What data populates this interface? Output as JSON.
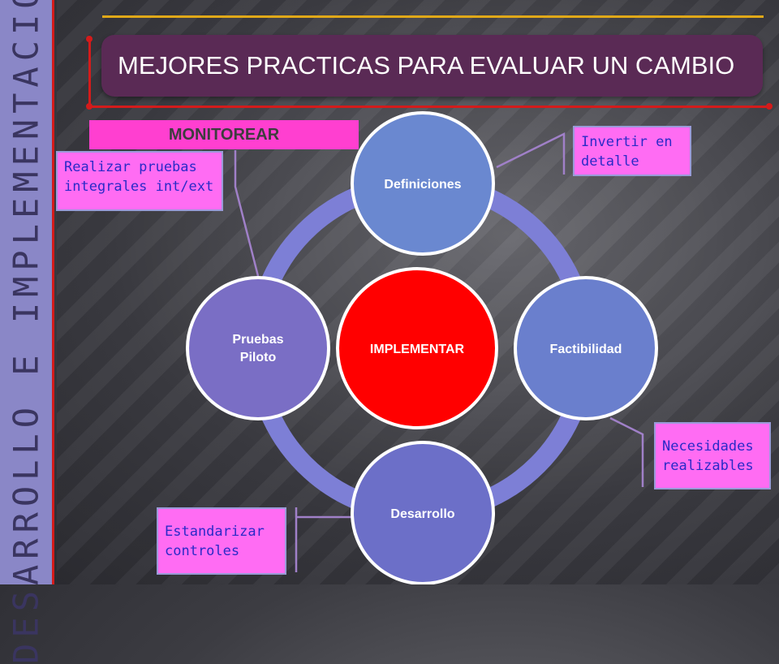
{
  "slide": {
    "vertical_title": "DESARROLLO E IMPLEMENTACION",
    "title": "MEJORES PRACTICAS PARA EVALUAR UN CAMBIO",
    "monitor_label": "MONITOREAR"
  },
  "diagram": {
    "center": "IMPLEMENTAR",
    "nodes": [
      {
        "label_lines": [
          "Definiciones"
        ],
        "color": "#6a88d0"
      },
      {
        "label_lines": [
          "Factibilidad"
        ],
        "color": "#6a7fcd"
      },
      {
        "label_lines": [
          "Desarrollo"
        ],
        "color": "#6c6fc8"
      },
      {
        "label_lines": [
          "Pruebas",
          "Piloto"
        ],
        "color": "#7a6ec5"
      }
    ],
    "center_color": "#ff0000",
    "ring_color": "#7d7fd6"
  },
  "notes": [
    {
      "lines": [
        "Realizar pruebas",
        "integrales int/ext"
      ]
    },
    {
      "lines": [
        "Invertir en",
        "detalle"
      ]
    },
    {
      "lines": [
        "Necesidades",
        "realizables"
      ]
    },
    {
      "lines": [
        "Estandarizar",
        "controles"
      ]
    }
  ],
  "colors": {
    "note_bg": "#ff6cf3",
    "note_text": "#2a2ac8",
    "title_bar": "#5a2a55",
    "accent_red": "#d41b1b",
    "accent_gold": "#e0a818"
  }
}
